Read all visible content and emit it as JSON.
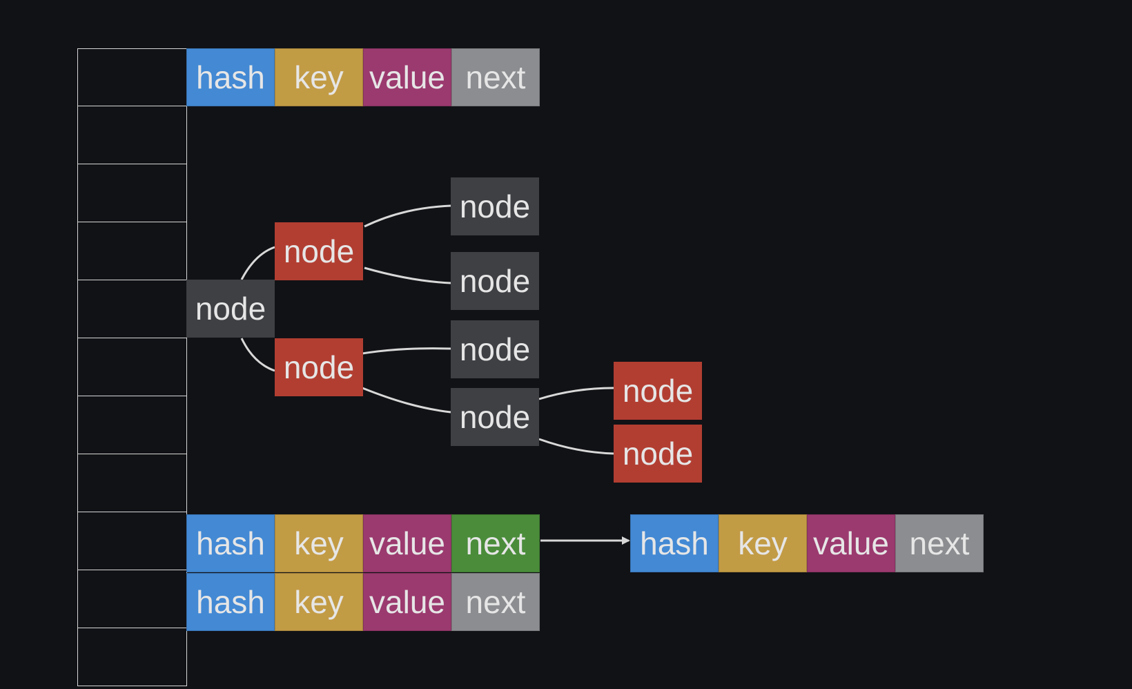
{
  "buckets": {
    "count": 11
  },
  "colors": {
    "background": "#111216",
    "hash": "#4389d4",
    "key": "#c29b45",
    "value": "#9b3a6f",
    "next": "#8c8d90",
    "next_active": "#4a8c3a",
    "node_black": "#3f4044",
    "node_red": "#b23e32",
    "line": "#d8d8d8"
  },
  "entries": [
    {
      "id": "entry-bucket-0",
      "hash": "hash",
      "key": "key",
      "value": "value",
      "next": "next"
    },
    {
      "id": "entry-bucket-8",
      "hash": "hash",
      "key": "key",
      "value": "value",
      "next": "next"
    },
    {
      "id": "entry-chained",
      "hash": "hash",
      "key": "key",
      "value": "value",
      "next": "next"
    },
    {
      "id": "entry-bucket-9",
      "hash": "hash",
      "key": "key",
      "value": "value",
      "next": "next"
    }
  ],
  "tree": {
    "root": {
      "label": "node",
      "color": "black"
    },
    "nodes": [
      {
        "label": "node",
        "color": "red"
      },
      {
        "label": "node",
        "color": "red"
      },
      {
        "label": "node",
        "color": "black"
      },
      {
        "label": "node",
        "color": "black"
      },
      {
        "label": "node",
        "color": "black"
      },
      {
        "label": "node",
        "color": "black"
      },
      {
        "label": "node",
        "color": "red"
      },
      {
        "label": "node",
        "color": "red"
      }
    ]
  }
}
